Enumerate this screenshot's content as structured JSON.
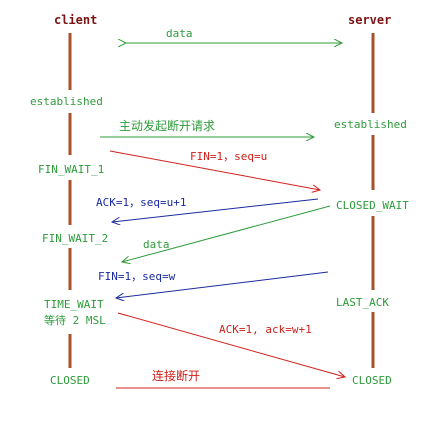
{
  "client": {
    "title": "client",
    "states": {
      "established": "established",
      "fin_wait_1": "FIN_WAIT_1",
      "fin_wait_2": "FIN_WAIT_2",
      "time_wait": "TIME_WAIT",
      "time_wait_note": "等待 2 MSL",
      "closed": "CLOSED"
    }
  },
  "server": {
    "title": "server",
    "states": {
      "established": "established",
      "closed_wait": "CLOSED_WAIT",
      "last_ack": "LAST_ACK",
      "closed": "CLOSED"
    }
  },
  "messages": {
    "data_top": "data",
    "close_request": "主动发起断开请求",
    "fin_1": "FIN=1，seq=u",
    "ack_1": "ACK=1，seq=u+1",
    "data_mid": "data",
    "fin_2": "FIN=1，seq=w",
    "ack_2": "ACK=1, ack=w+1",
    "disconnect": "连接断开"
  },
  "colors": {
    "lifeline": "#a8502a",
    "green": "#2e9c3a",
    "red": "#d0201a",
    "blue": "#1a2aa0"
  }
}
